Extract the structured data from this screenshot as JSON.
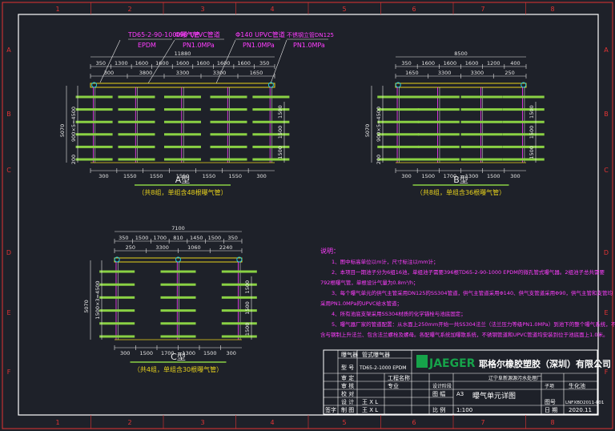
{
  "colors": {
    "background": "#1e2129",
    "frame": "#ffffff",
    "green": "#8ad144",
    "magenta": "#ff3dff",
    "yellow": "#e8d21c",
    "cyan": "#24c8e0",
    "dim_white": "#e6e6e6",
    "grid_red": "#e23434",
    "logo_green": "#16a34a"
  },
  "border": {
    "cols": [
      "1",
      "2",
      "3",
      "4",
      "5",
      "6",
      "7",
      "8"
    ],
    "rows": [
      "A",
      "B",
      "C",
      "D",
      "E",
      "F"
    ]
  },
  "callouts": [
    {
      "line1": "TD65-2-90-1000曝气管",
      "line2": "EPDM"
    },
    {
      "line1": "Φ90 UPVC管道",
      "line2": "PN1.0MPa"
    },
    {
      "line1": "Φ140 UPVC管道",
      "line2": "PN1.0MPa"
    },
    {
      "line1": "不锈钢立管DN125",
      "line2": "PN1.0MPa"
    }
  ],
  "view_a": {
    "overall": "11880",
    "top_row1": [
      "350",
      "1300",
      "1600",
      "1600",
      "1600",
      "1600",
      "1600",
      "1600",
      "350"
    ],
    "top_row2": [
      "300",
      "3800",
      "3300",
      "3300",
      "1650"
    ],
    "bottom": [
      "300",
      "1550",
      "1550",
      "1550",
      "1550",
      "1550",
      "300"
    ],
    "left": [
      "5070",
      "900×5=4500",
      "200"
    ],
    "right": [
      "1500",
      "1500",
      "1500"
    ],
    "title": "A型",
    "subtitle": "（共8组，单组含48根曝气管）"
  },
  "view_b": {
    "overall": "8500",
    "top_row1": [
      "350",
      "1600",
      "1600",
      "1600",
      "1200",
      "400"
    ],
    "top_row2": [
      "1650",
      "3300",
      "3300",
      "250"
    ],
    "bottom": [
      "300",
      "1500",
      "1700",
      "1300",
      "1500",
      "300"
    ],
    "left": [
      "5070",
      "900×5=4500",
      "200"
    ],
    "right": [
      "1500",
      "1500",
      "1500"
    ],
    "title": "B型",
    "subtitle": "（共8组，单组含36根曝气管）"
  },
  "view_c": {
    "overall": "7100",
    "top_row1": [
      "350",
      "1500",
      "1700",
      "810",
      "1450",
      "1500",
      "350"
    ],
    "top_row2": [
      "250",
      "3300",
      "1060",
      "2240"
    ],
    "bottom": [
      "300",
      "1500",
      "1700",
      "1300",
      "1500",
      "300"
    ],
    "left": [
      "5070",
      "1500×3=4500"
    ],
    "right": [
      "1500",
      "1500",
      "1500"
    ],
    "title": "C型",
    "subtitle": "（共4组，单组含30根曝气管）"
  },
  "notes": {
    "heading": "说明：",
    "items": [
      "1、图中标高单位以m计，尺寸标注以mm计；",
      "2、本项目一期池子分为6组16池，单组池子需要396根TD65-2-90-1000 EPDM的微孔管式曝气器。2组池子总共需要",
      "792根曝气管，单根设计气量为0.8m³/h；",
      "3、每个曝气单元的供气主管采用DN125的SS304管道，供气主管道采用Φ140、供气支管道采用Φ90，供气主管和支管均",
      "采用PN1.0MPa的UPVC给水管道；",
      "4、所有池底支架采用SS304材质的化学锚栓与池底固定；",
      "5、曝气器厂家的管道配置：从水面上250mm开始一共SS304法兰（法兰压力等级PN1.0MPa）到池下的整个曝气系统，不",
      "含与钢制上升法兰、包含法兰螺栓及螺母。各配曝气系统加曝散系统，不锈钢管道和UPVC管道均安装到位于池底面上1.0米。"
    ]
  },
  "title_block": {
    "left_labels": [
      "曝气器",
      "型  号",
      "审  定",
      "审  核",
      "校  对",
      "设  计",
      "制  图"
    ],
    "left_values": [
      "管式曝气器",
      "TD65-2-1000 EPDM",
      "",
      "",
      "",
      "",
      "王 X L"
    ],
    "right_stamp_label": "签字",
    "logo_text": "JAEGER",
    "company": "耶格尔橡胶塑胶（深圳）有限公司",
    "row_labels": [
      "工程名称",
      "子项",
      "专业",
      "设计阶段",
      "图 幅",
      "比 例",
      "图号",
      "日 期"
    ],
    "project_name": "辽宁阜新源源污水处理厂",
    "subitem": "生化池",
    "sheet_size": "A3",
    "scale": "1:100",
    "drawing_title": "曝气单元详图",
    "drawing_number": "LNFXBD2011-P01",
    "date": "2020.11"
  }
}
